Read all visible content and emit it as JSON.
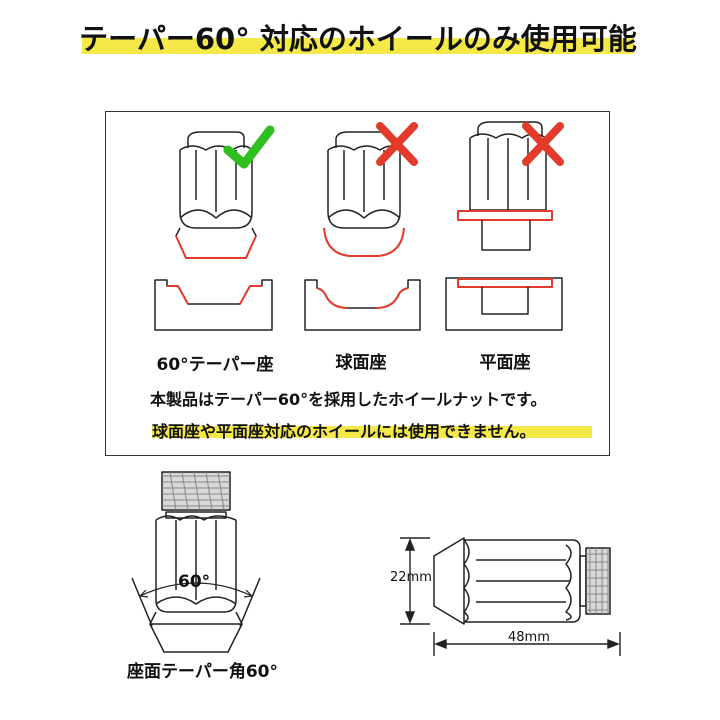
{
  "title": "テーパー60° 対応のホイールのみ使用可能",
  "seats": [
    {
      "label": "60°テーパー座",
      "status": "ok",
      "mark": "check-icon"
    },
    {
      "label": "球面座",
      "status": "ng",
      "mark": "cross-icon"
    },
    {
      "label": "平面座",
      "status": "ng",
      "mark": "cross-icon"
    }
  ],
  "note_main": "本製品はテーパー60°を採用したホイールナットです。",
  "note_warning": "球面座や平面座対応のホイールには使用できません。",
  "angle_label": "60°",
  "side_caption": "座面テーパー角60°",
  "dim_height": "22mm",
  "dim_length": "48mm",
  "colors": {
    "highlight": "#f5e94a",
    "check": "#2fbf1e",
    "cross": "#e23b2b",
    "seat_line": "#e23b2b"
  }
}
